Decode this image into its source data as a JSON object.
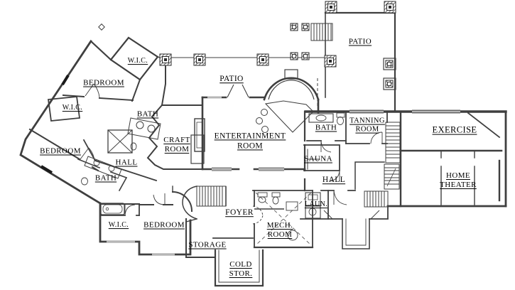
{
  "title": "basement-floor-plan",
  "drawing": {
    "background_color": "#ffffff",
    "wall_color": "#3f3f3f",
    "hatch_color": "#2e2e2e",
    "label_color": "#000000"
  },
  "rooms": [
    {
      "name": "patio-upper-right",
      "lines": [
        "PATIO"
      ]
    },
    {
      "name": "wic-top",
      "lines": [
        "W.I.C."
      ]
    },
    {
      "name": "bedroom-upper",
      "lines": [
        "BEDROOM"
      ]
    },
    {
      "name": "patio-center",
      "lines": [
        "PATIO"
      ]
    },
    {
      "name": "wic-left",
      "lines": [
        "W.I.C."
      ]
    },
    {
      "name": "bath-upper",
      "lines": [
        "BATH"
      ]
    },
    {
      "name": "entertainment-room",
      "lines": [
        "ENTERTAINMENT",
        "ROOM"
      ]
    },
    {
      "name": "craft-room",
      "lines": [
        "CRAFT",
        "ROOM"
      ]
    },
    {
      "name": "bath-right",
      "lines": [
        "BATH"
      ]
    },
    {
      "name": "tanning-room",
      "lines": [
        "TANNING",
        "ROOM"
      ]
    },
    {
      "name": "exercise",
      "lines": [
        "EXERCISE"
      ]
    },
    {
      "name": "bedroom-left",
      "lines": [
        "BEDROOM"
      ]
    },
    {
      "name": "sauna",
      "lines": [
        "SAUNA"
      ]
    },
    {
      "name": "hall-left",
      "lines": [
        "HALL"
      ]
    },
    {
      "name": "bath-left",
      "lines": [
        "BATH"
      ]
    },
    {
      "name": "hall-right",
      "lines": [
        "HALL"
      ]
    },
    {
      "name": "home-theater",
      "lines": [
        "HOME",
        "THEATER"
      ]
    },
    {
      "name": "laundry",
      "lines": [
        "LAUN."
      ]
    },
    {
      "name": "foyer",
      "lines": [
        "FOYER"
      ]
    },
    {
      "name": "wic-bottom",
      "lines": [
        "W.I.C."
      ]
    },
    {
      "name": "bedroom-bottom",
      "lines": [
        "BEDROOM"
      ]
    },
    {
      "name": "mech-room",
      "lines": [
        "MECH.",
        "ROOM"
      ]
    },
    {
      "name": "storage",
      "lines": [
        "STORAGE"
      ]
    },
    {
      "name": "cold-storage",
      "lines": [
        "COLD",
        "STOR."
      ]
    }
  ]
}
